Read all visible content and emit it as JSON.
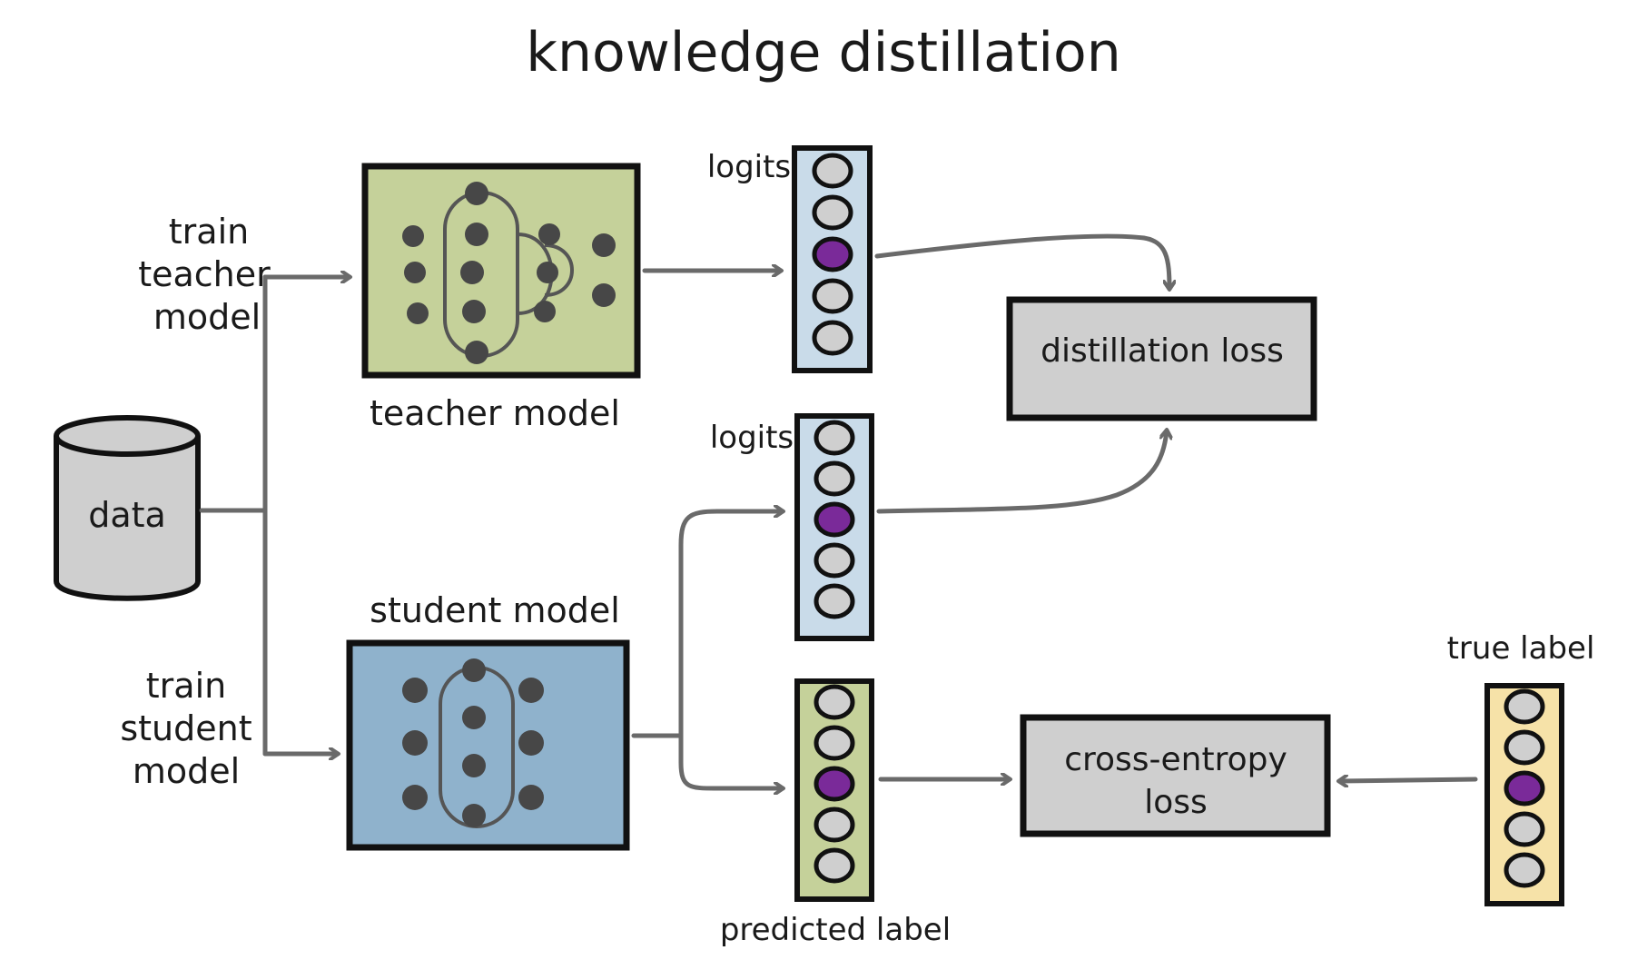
{
  "title": "knowledge distillation",
  "data_label": "data",
  "train_teacher": [
    "train",
    "teacher",
    "model"
  ],
  "train_student": [
    "train",
    "student",
    "model"
  ],
  "teacher_model_label": "teacher model",
  "student_model_label": "student model",
  "logits_label_top": "logits",
  "logits_label_mid": "logits",
  "predicted_label": "predicted label",
  "true_label": "true label",
  "distillation_loss": "distillation loss",
  "cross_entropy_loss": [
    "cross-entropy",
    "loss"
  ],
  "colors": {
    "teacher_fill": "#c5d19a",
    "student_fill": "#8fb2cc",
    "logits_fill": "#c9dbe9",
    "predicted_fill": "#c5d19a",
    "true_fill": "#f6e2a8",
    "neuron_gray": "#cfcfcf",
    "neuron_purple": "#7a2a99",
    "loss_box_fill": "#cfcfcf",
    "data_fill": "#cfcfcf",
    "arrow": "#6a6a6a",
    "outline": "#111111"
  },
  "vector_highlight_index": 2
}
